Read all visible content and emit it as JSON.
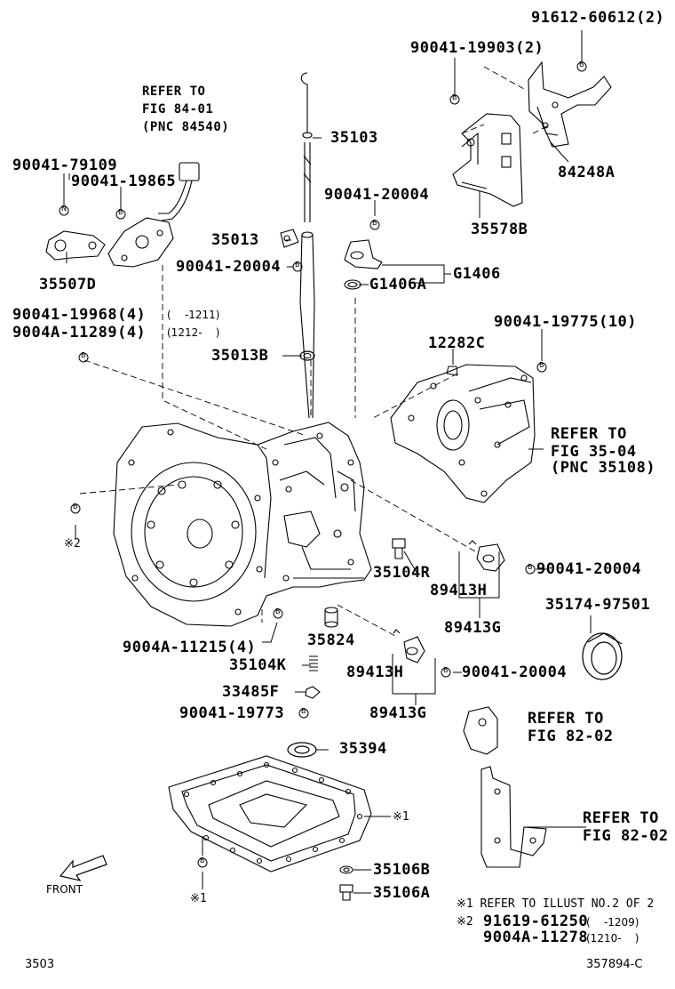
{
  "callouts": {
    "c91612": "91612-60612(2)",
    "c90041_19903": "90041-19903(2)",
    "c84248A": "84248A",
    "c35578B": "35578B",
    "refer_84_line1": "REFER TO",
    "refer_84_line2": "FIG 84-01",
    "refer_84_line3": "(PNC 84540)",
    "c35103": "35103",
    "c90041_79109": "90041-79109",
    "c90041_19865": "90041-19865",
    "c90041_20004_top": "90041-20004",
    "c35013": "35013",
    "c90041_20004_left": "90041-20004",
    "cG1406": "G1406",
    "cG1406A": "G1406A",
    "c35507D": "35507D",
    "c90041_19968": "90041-19968(4)",
    "c90041_19968_range": "(    -1211)",
    "c9004A_11289": "9004A-11289(4)",
    "c9004A_11289_range": "(1212-    )",
    "c90041_19775": "90041-19775(10)",
    "c12282C": "12282C",
    "c35013B": "35013B",
    "refer_35_line1": "REFER TO",
    "refer_35_line2": "FIG 35-04",
    "refer_35_line3": "(PNC 35108)",
    "note2_left": "※2",
    "c35104R": "35104R",
    "c89413H_a": "89413H",
    "c90041_20004_right": "90041-20004",
    "c89413G_a": "89413G",
    "c35174": "35174-97501",
    "c9004A_11215": "9004A-11215(4)",
    "c35824": "35824",
    "c35104K": "35104K",
    "c89413H_b": "89413H",
    "c90041_20004_lower": "90041-20004",
    "c33485F": "33485F",
    "c90041_19773": "90041-19773",
    "c89413G_b": "89413G",
    "refer_82a_line1": "REFER TO",
    "refer_82a_line2": "FIG 82-02",
    "c35394": "35394",
    "note1_pan": "※1",
    "refer_82b_line1": "REFER TO",
    "refer_82b_line2": "FIG 82-02",
    "c35106B": "35106B",
    "c35106A": "35106A",
    "front": "FRONT",
    "note1_left": "※1"
  },
  "bolt_marks": {
    "b": "B",
    "n": "N"
  },
  "footnotes": {
    "note1": "※1 REFER TO ILLUST NO.2 OF 2",
    "note2_mark": "※2",
    "note2_part1": "91619-61250",
    "note2_range1": "(    -1209)",
    "note2_part2": "9004A-11278",
    "note2_range2": "(1210-    )"
  },
  "footer": {
    "page": "3503",
    "illust_no": "357894-C"
  }
}
